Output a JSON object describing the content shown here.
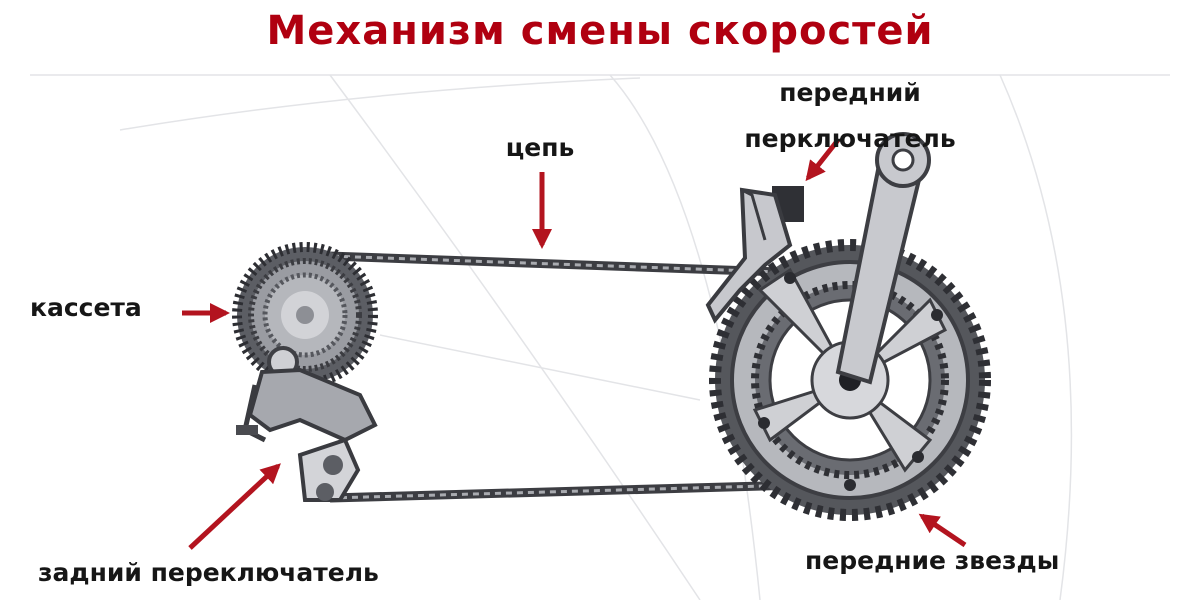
{
  "title": "Механизм смены скоростей",
  "labels": {
    "chain": "цепь",
    "front_derailleur": "передний перключатель",
    "cassette": "кассета",
    "rear_derailleur": "задний переключатель",
    "chainrings": "передние звезды"
  },
  "colors": {
    "title": "#b00010",
    "arrow": "#b3141f",
    "metal": "#c9cbcf",
    "metal_dark": "#7d8088",
    "chain": "#3c3d42",
    "ink": "#161616"
  }
}
